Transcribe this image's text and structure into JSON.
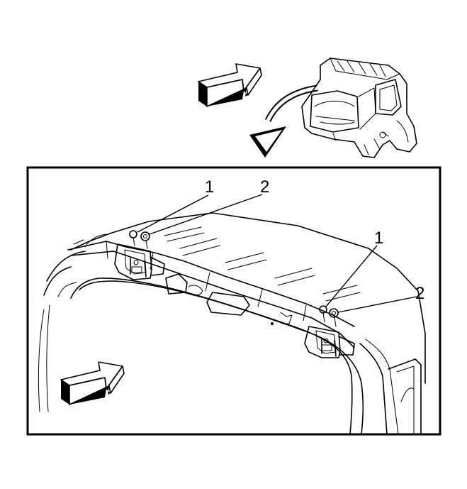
{
  "callouts": {
    "left_label_1": "1",
    "left_label_2": "2",
    "right_label_1": "1",
    "right_label_2": "2"
  },
  "icons": {
    "direction_arrow": "3d-arrow-icon",
    "view_arrow": "curved-arrow-icon",
    "vehicle": "vehicle-rear-icon",
    "bracket": "hinge-bracket-icon",
    "bolt": "bolt-icon",
    "nut": "nut-icon"
  },
  "colors": {
    "line": "#000000",
    "background": "#ffffff"
  }
}
